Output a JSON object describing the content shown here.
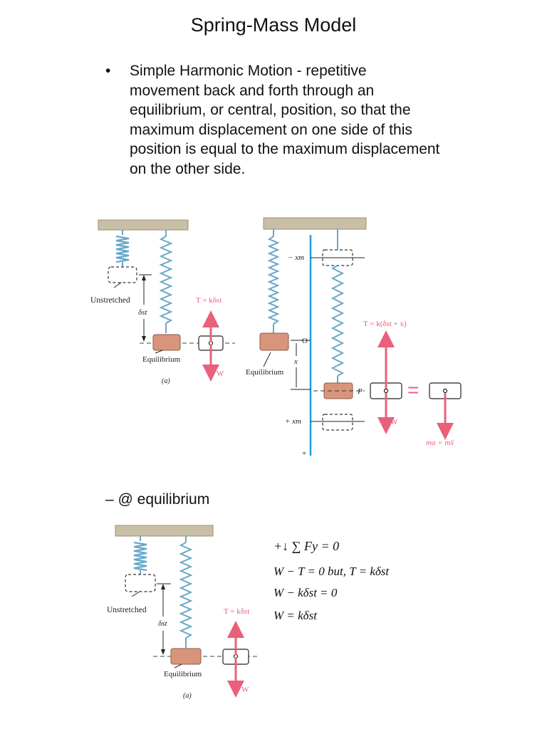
{
  "slide": {
    "title": "Spring-Mass Model",
    "bullet": "Simple Harmonic Motion - repetitive movement back and forth through an equilibrium, or central, position, so that the maximum displacement on one side of this position is equal to the maximum displacement on the other side.",
    "bullet_symbol": "•",
    "sub_heading": "– @ equilibrium"
  },
  "figure_a": {
    "unstretched": "Unstretched",
    "delta": "δst",
    "tension": "T = kδst",
    "equilibrium": "Equilibrium",
    "weight": "W",
    "caption": "(a)"
  },
  "figure_b": {
    "minus_xm": "− xm",
    "origin": "O",
    "tension": "T = k(δst + x)",
    "equilibrium": "Equilibrium",
    "x": "x",
    "p": "P",
    "weight": "W",
    "plus_xm": "+ xm",
    "plus": "+",
    "equals": "=",
    "ma": "ma = mẍ"
  },
  "figure_c": {
    "unstretched": "Unstretched",
    "delta": "δst",
    "tension": "T = kδst",
    "equilibrium": "Equilibrium",
    "weight": "W",
    "caption": "(a)"
  },
  "equations": [
    "+↓ ∑ Fy = 0",
    "W − T = 0   but, T = kδst",
    "W − kδst = 0",
    "W = kδst"
  ],
  "colors": {
    "ceiling": "#c9bfa6",
    "spring": "#6aa8c8",
    "mass": "#d9957a",
    "force_arrow": "#e8607a",
    "axis": "#1aa0e0"
  }
}
